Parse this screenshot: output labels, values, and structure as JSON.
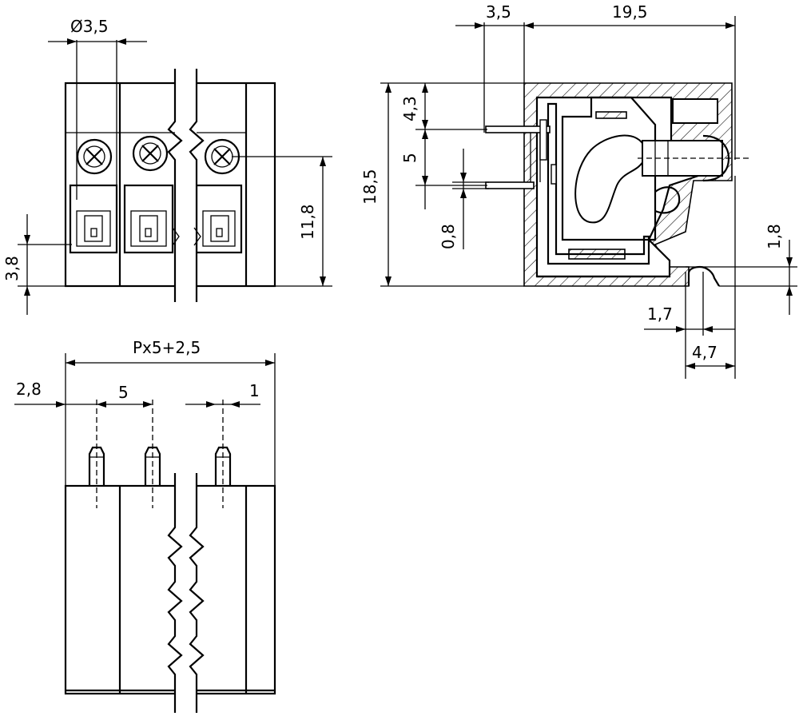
{
  "front_view": {
    "dim_diameter": "Ø3,5",
    "dim_height": "11,8",
    "dim_opening": "3,8"
  },
  "side_view": {
    "dim_top_left": "3,5",
    "dim_top_width": "19,5",
    "dim_pin_offset": "4,3",
    "dim_pin_pitch": "5",
    "dim_total_height": "18,5",
    "dim_pin_diameter": "0,8",
    "dim_foot": "1,8",
    "dim_foot_gap": "1,7",
    "dim_foot_width": "4,7"
  },
  "top_view": {
    "dim_overall": "Px5+2,5",
    "dim_edge": "2,8",
    "dim_pitch": "5",
    "dim_end": "1"
  }
}
